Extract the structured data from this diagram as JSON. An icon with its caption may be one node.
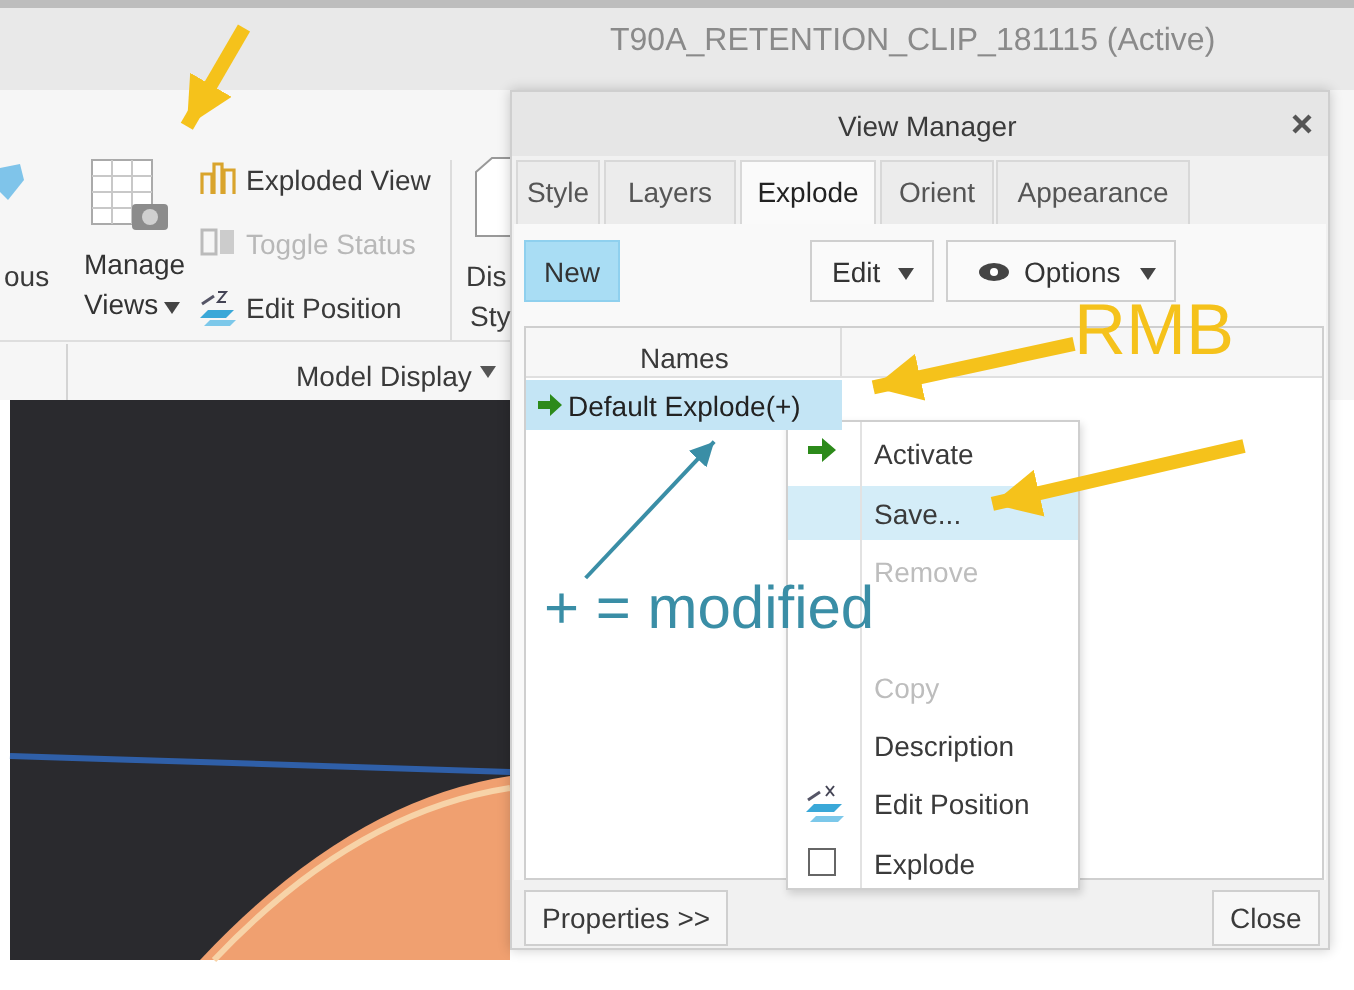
{
  "diagram": {
    "nodes": [
      {
        "text": [
          "Manage Views"
        ]
      },
      {
        "text": [
          "Default Explode(+)"
        ]
      },
      {
        "text": [
          "RMB"
        ]
      },
      {
        "text": [
          "Save..."
        ]
      },
      {
        "text": [
          "+ = modified"
        ]
      }
    ],
    "edges": [
      {
        "from": null,
        "to": 0,
        "arrow": "to"
      },
      {
        "from": 2,
        "to": 1,
        "arrow": "to"
      },
      {
        "from": null,
        "to": 3,
        "arrow": "to"
      },
      {
        "from": 4,
        "to": 1,
        "arrow": "to",
        "color": "#3a8ea6"
      }
    ],
    "labels": [
      "T90A_RETENTION_CLIP_181115 (Active)",
      "ous",
      "Exploded View",
      "Toggle Status",
      "Edit Position",
      "Dis",
      "Sty",
      "Model Display",
      "View Manager",
      "Style",
      "Layers",
      "Explode",
      "Orient",
      "Appearance",
      "New",
      "Edit",
      "Options",
      "Names",
      "Activate",
      "Remove",
      "Copy",
      "Description",
      "Edit Position",
      "Explode",
      "Properties >>",
      "Close"
    ]
  }
}
